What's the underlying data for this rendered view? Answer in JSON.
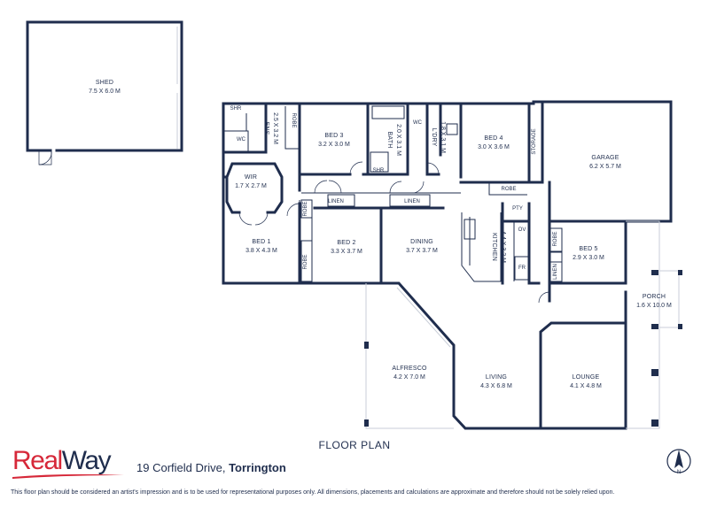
{
  "title": "FLOOR PLAN",
  "brand": {
    "part1": "Real",
    "part2": "Way",
    "accent_color": "#d62839",
    "primary_color": "#1f2d4d"
  },
  "address": {
    "street": "19 Corfield Drive,",
    "suburb": "Torrington"
  },
  "disclaimer": "This floor plan should be considered an artist's impression and is to be used for representational purposes only. All dimensions, placements and calculations are approximate and therefore should not be solely relied upon.",
  "compass_label": "N",
  "rooms": {
    "shed": {
      "name": "SHED",
      "dim": "7.5 X 6.0 M"
    },
    "bed3": {
      "name": "BED 3",
      "dim": "3.2 X 3.0 M"
    },
    "ens": {
      "name": "ENS",
      "dim": "2.5 X 3.2 M"
    },
    "bath": {
      "name": "BATH",
      "dim": "2.0 X 3.1 M"
    },
    "ldry": {
      "name": "L'DRY",
      "dim": "1.8 X 3.1 M"
    },
    "bed4": {
      "name": "BED 4",
      "dim": "3.0 X 3.6 M"
    },
    "garage": {
      "name": "GARAGE",
      "dim": "6.2 X 5.7 M"
    },
    "wir": {
      "name": "WIR",
      "dim": "1.7 X 2.7 M"
    },
    "bed1": {
      "name": "BED 1",
      "dim": "3.8 X 4.3 M"
    },
    "bed2": {
      "name": "BED 2",
      "dim": "3.3 X 3.7 M"
    },
    "dining": {
      "name": "DINING",
      "dim": "3.7 X 3.7 M"
    },
    "kitchen": {
      "name": "KITCHEN",
      "dim": "4.4 X 3.2 M"
    },
    "bed5": {
      "name": "BED 5",
      "dim": "2.9 X 3.0 M"
    },
    "porch": {
      "name": "PORCH",
      "dim": "1.6 X 10.0 M"
    },
    "alfresco": {
      "name": "ALFRESCO",
      "dim": "4.2 X 7.0 M"
    },
    "living": {
      "name": "LIVING",
      "dim": "4.3 X 6.8 M"
    },
    "lounge": {
      "name": "LOUNGE",
      "dim": "4.1 X 4.8 M"
    }
  },
  "labels": {
    "shr_ens": "SHR",
    "wc_ens": "WC",
    "robe_bed3": "ROBE",
    "shr_bath": "SHR",
    "wc": "WC",
    "storage": "STORAGE",
    "robe_bed4": "ROBE",
    "pty": "PTY",
    "linen1": "LINEN",
    "linen2": "LINEN",
    "robe_bed1": "ROBE",
    "robe_bed2": "ROBE",
    "ov": "OV",
    "fr": "FR",
    "robe_bed5": "ROBE",
    "linen_bed5": "LINEN"
  }
}
